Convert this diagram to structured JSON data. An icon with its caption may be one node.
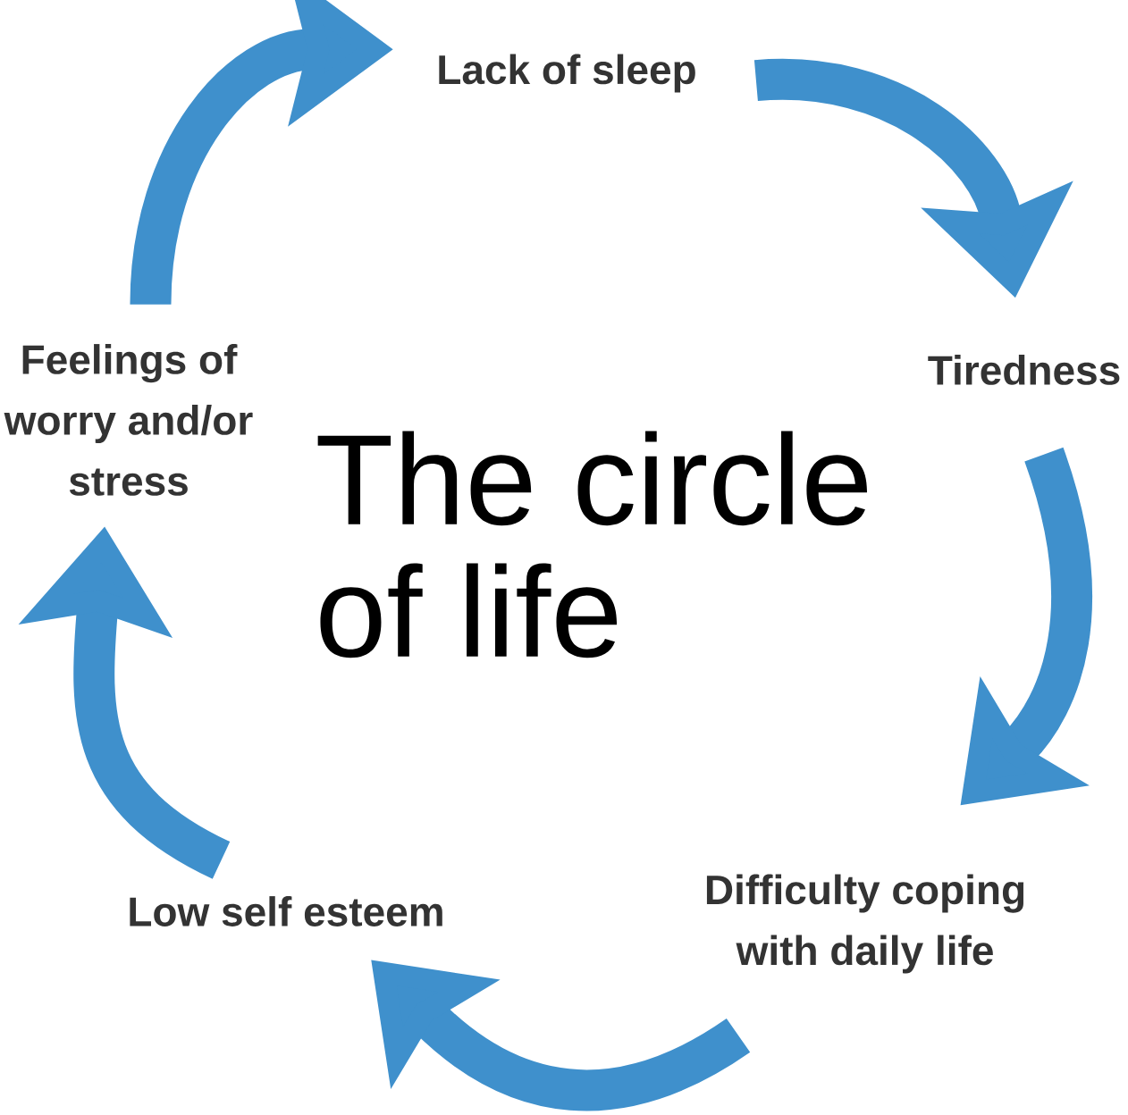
{
  "diagram": {
    "title": "The circle of life",
    "nodes": [
      {
        "text": [
          "Lack of sleep"
        ]
      },
      {
        "text": [
          "Tiredness"
        ]
      },
      {
        "text": [
          "Difficulty coping with daily life"
        ]
      },
      {
        "text": [
          "Low self esteem"
        ]
      },
      {
        "text": [
          "Feelings of worry and/or stress"
        ]
      }
    ],
    "edges": [
      {
        "from": 4,
        "to": 0,
        "arrow": "to"
      },
      {
        "from": 0,
        "to": 1,
        "arrow": "to"
      },
      {
        "from": 1,
        "to": 2,
        "arrow": "to"
      },
      {
        "from": 2,
        "to": 3,
        "arrow": "to"
      },
      {
        "from": 3,
        "to": 4,
        "arrow": "to"
      }
    ]
  }
}
